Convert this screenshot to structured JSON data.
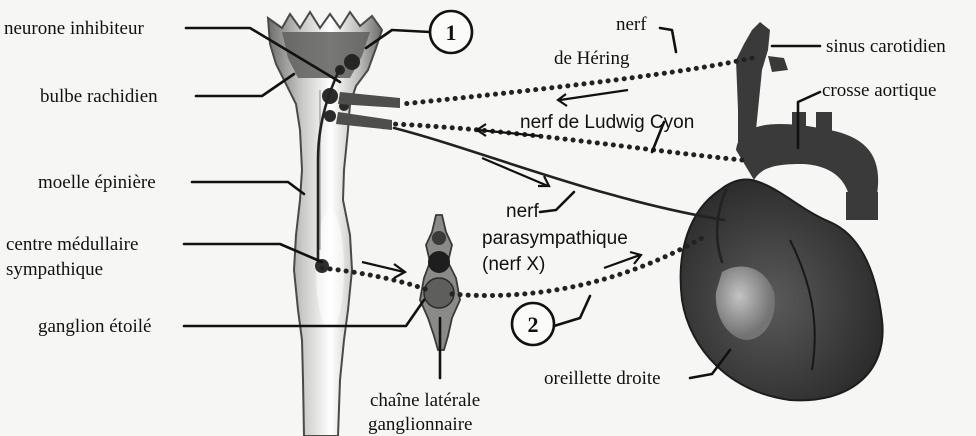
{
  "diagram": {
    "labels": {
      "neurone_inhibiteur": "neurone inhibiteur",
      "bulbe_rachidien": "bulbe rachidien",
      "moelle_epiniere": "moelle épinière",
      "centre_medullaire_1": "centre médullaire",
      "centre_medullaire_2": "sympathique",
      "ganglion_etoile": "ganglion étoilé",
      "chaine_laterale_1": "chaîne latérale",
      "chaine_laterale_2": "ganglionnaire",
      "nerf_hering_1": "nerf",
      "nerf_hering_2": "de Héring",
      "nerf_ludwig_cyon": "nerf de Ludwig Cyon",
      "nerf_para_1": "nerf",
      "nerf_para_2": "parasympathique",
      "nerf_para_3": "(nerf X)",
      "sinus_carotidien": "sinus carotidien",
      "crosse_aortique": "crosse aortique",
      "oreillette_droite": "oreillette droite"
    },
    "markers": {
      "marker_1": "1",
      "marker_2": "2"
    }
  }
}
